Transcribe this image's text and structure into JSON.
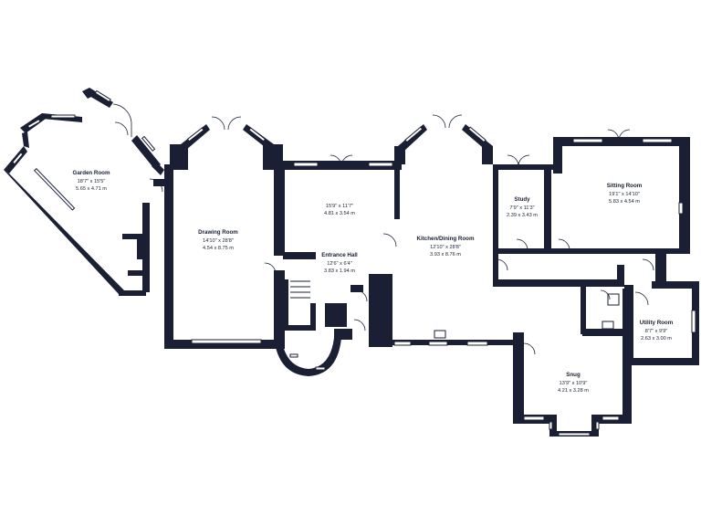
{
  "rooms": [
    {
      "name": "Garden Room",
      "imperial": "18'7\" x 15'5\"",
      "metric": "5.65 x 4.71 m"
    },
    {
      "name": "Drawing Room",
      "imperial": "14'10\" x 28'8\"",
      "metric": "4.54 x 8.75 m"
    },
    {
      "name": "",
      "imperial": "15'9\" x 11'7\"",
      "metric": "4.81 x 3.54 m"
    },
    {
      "name": "Entrance Hall",
      "imperial": "12'6\" x 6'4\"",
      "metric": "3.83 x 1.94 m"
    },
    {
      "name": "Kitchen/Dining Room",
      "imperial": "12'10\" x 28'8\"",
      "metric": "3.93 x 8.76 m"
    },
    {
      "name": "Study",
      "imperial": "7'9\" x 11'3\"",
      "metric": "2.39 x 3.43 m"
    },
    {
      "name": "Sitting Room",
      "imperial": "19'1\" x 14'10\"",
      "metric": "5.83 x 4.54 m"
    },
    {
      "name": "Utility Room",
      "imperial": "8'7\" x 9'9\"",
      "metric": "2.63 x 3.00 m"
    },
    {
      "name": "Snug",
      "imperial": "13'9\" x 10'9\"",
      "metric": "4.21 x 3.28 m"
    }
  ],
  "colors": {
    "wall": "#1a1f33",
    "background": "#ffffff"
  }
}
